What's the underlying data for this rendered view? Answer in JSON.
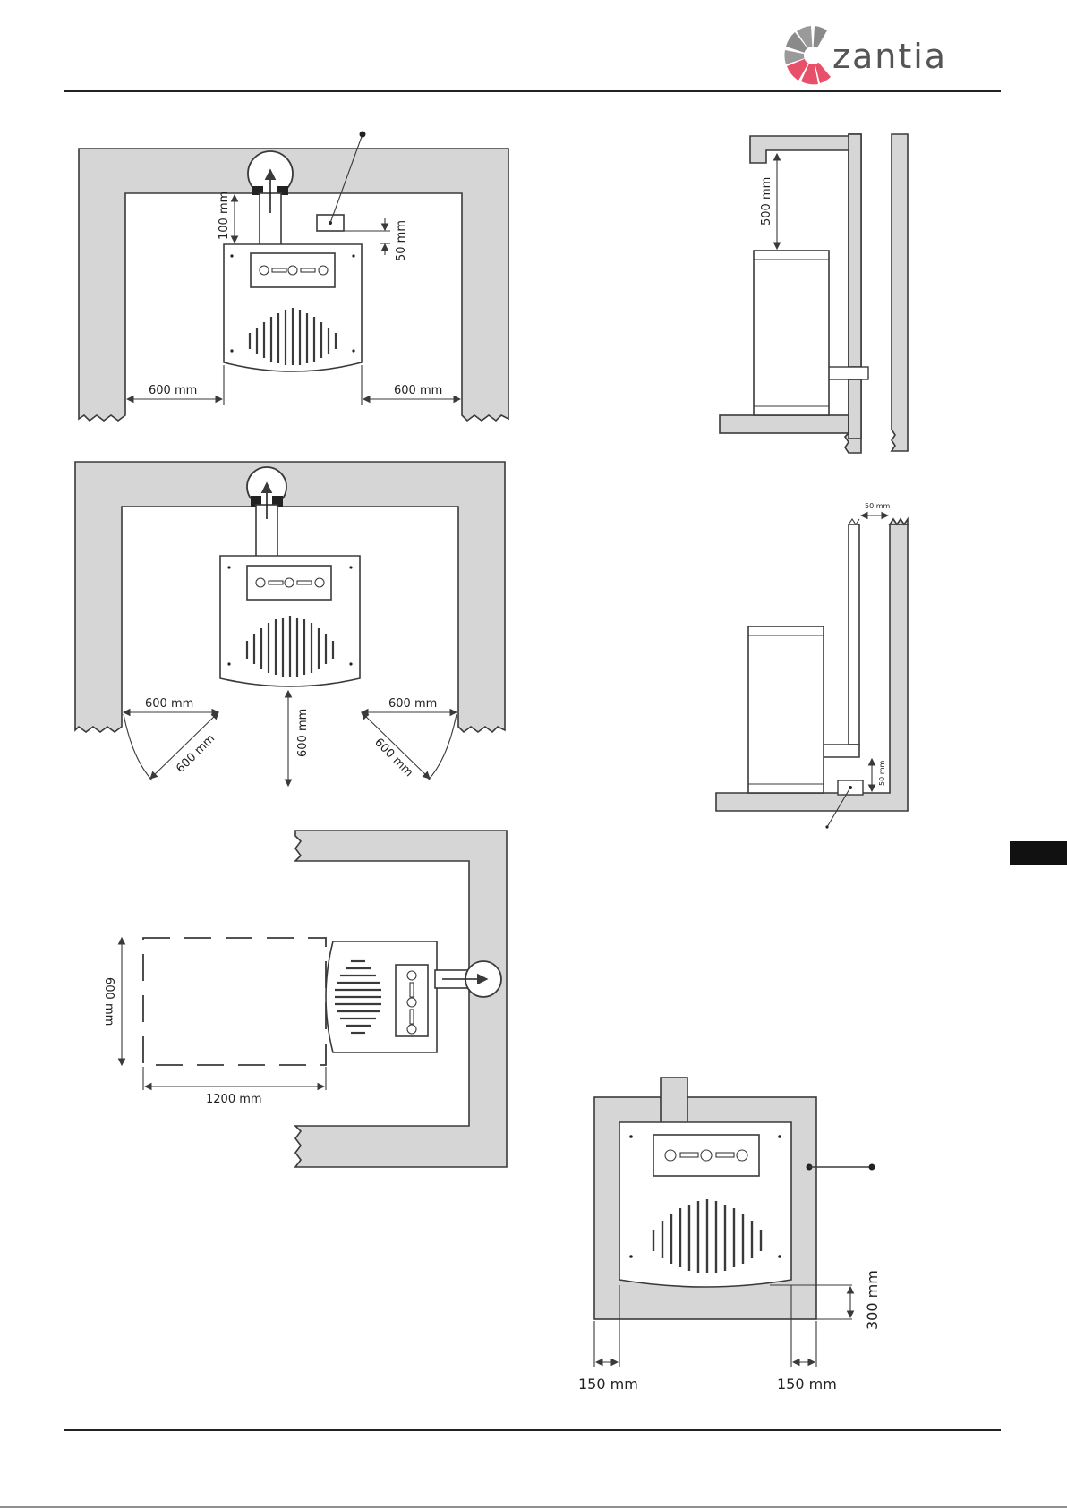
{
  "header": {
    "logo_text": "zantia",
    "logo_colors": {
      "accent": "#e8506a",
      "grey": "#8a8a8a"
    }
  },
  "figures": {
    "fig1": {
      "height_label": "100 mm",
      "offset_label": "50 mm",
      "left_label": "600 mm",
      "right_label": "600 mm"
    },
    "fig2": {
      "left_label": "600 mm",
      "right_label": "600 mm",
      "front_label": "600 mm",
      "left_diag_label": "600 mm",
      "right_diag_label": "600 mm"
    },
    "fig3": {
      "depth_label": "600 mm",
      "width_label": "1200 mm"
    },
    "fig4": {
      "height_label": "500 mm"
    },
    "fig5": {
      "gap_top_label": "50 mm",
      "gap_side_label": "50 mm"
    },
    "fig6": {
      "left_label": "150 mm",
      "right_label": "150 mm",
      "front_label": "300 mm"
    }
  },
  "side_tab": {
    "color": "#111111"
  }
}
